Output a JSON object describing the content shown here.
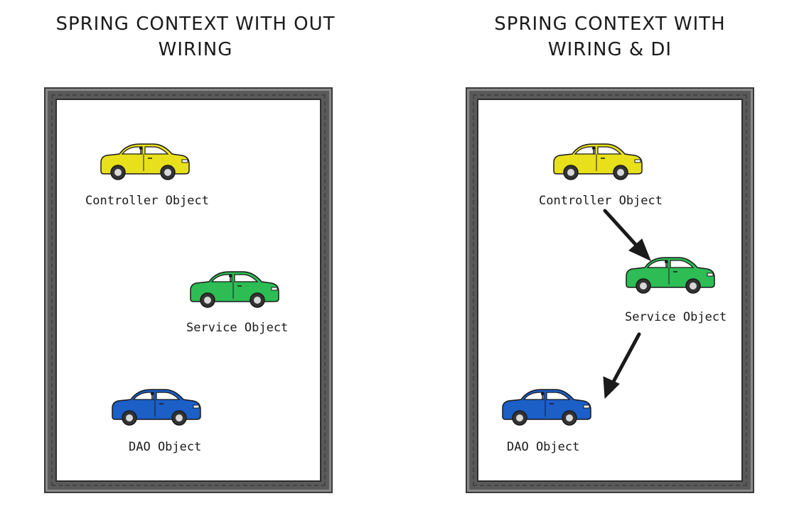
{
  "panels": [
    {
      "title_line1": "SPRING CONTEXT WITH OUT",
      "title_line2": "WIRING",
      "objects": {
        "controller": {
          "label": "Controller Object",
          "color": "#e8e01a"
        },
        "service": {
          "label": "Service Object",
          "color": "#2dbd54"
        },
        "dao": {
          "label": "DAO Object",
          "color": "#1b5fc7"
        }
      }
    },
    {
      "title_line1": "SPRING CONTEXT WITH",
      "title_line2": "WIRING & DI",
      "objects": {
        "controller": {
          "label": "Controller Object",
          "color": "#e8e01a"
        },
        "service": {
          "label": "Service Object",
          "color": "#2dbd54"
        },
        "dao": {
          "label": "DAO Object",
          "color": "#1b5fc7"
        }
      },
      "arrows": [
        "controller-to-service",
        "service-to-dao"
      ]
    }
  ],
  "icons": {
    "car": "car-icon",
    "arrow": "arrow-icon"
  },
  "colors": {
    "frame": "#5a5a5a",
    "text": "#1a1a1a"
  }
}
